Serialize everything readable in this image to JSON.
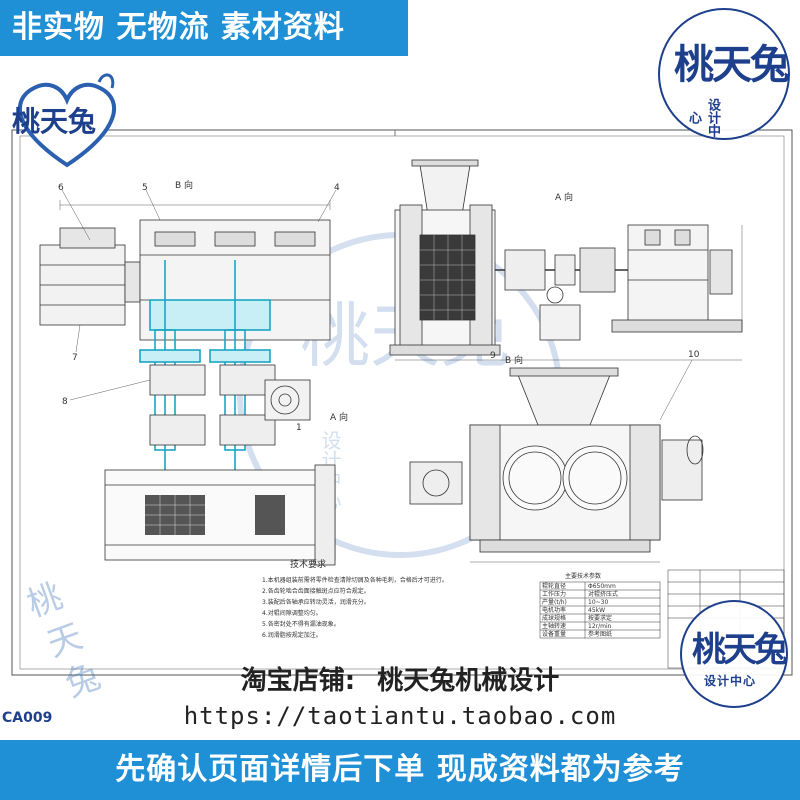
{
  "top_banner": {
    "text": "非实物 无物流 素材资料"
  },
  "logo": {
    "text": "桃天兔",
    "icon": "rabbit-heart-logo"
  },
  "seal_top": {
    "big": "桃天兔",
    "small": "设计中心"
  },
  "seal_bottom": {
    "big": "桃天兔",
    "small": "设计中心"
  },
  "watermark": {
    "big": "桃天兔",
    "small": "设计中心"
  },
  "drawing": {
    "views": {
      "b_view": "B 向",
      "a_view": "A 向",
      "a_view_2": "A 向",
      "b_view_2": "B 向"
    },
    "callouts": [
      "6",
      "5",
      "4",
      "7",
      "8",
      "9",
      "10",
      "1"
    ],
    "tech_title": "技术要求",
    "tech_lines": [
      "1.本机器组装前需将零件检查清除切屑及各种毛刺，合格后才可进行。",
      "2.各齿轮啮合齿面接触斑点应符合规定。",
      "3.装配后各轴承应转动灵活，润滑充分。",
      "4.对辊间隙调整均匀。",
      "5.各密封处不得有漏油现象。",
      "6.润滑脂按规定加注。"
    ],
    "param_title": "主要技术参数",
    "params": [
      [
        "辊轮直径",
        "Φ650mm"
      ],
      [
        "工作压力",
        "对辊挤压式"
      ],
      [
        "产量(t/h)",
        "10~30"
      ],
      [
        "电机功率",
        "45kW"
      ],
      [
        "成球规格",
        "按要求定"
      ],
      [
        "主轴转速",
        "12r/min"
      ],
      [
        "设备重量",
        "参考图纸"
      ]
    ]
  },
  "shop": {
    "label": "淘宝店铺:",
    "name": "桃天兔机械设计",
    "url": "https://taotiantu.taobao.com"
  },
  "code": "CA009",
  "bottom_banner": {
    "text": "先确认页面详情后下单 现成资料都为参考"
  },
  "colors": {
    "banner": "#1f8fd6",
    "seal": "#1d3f8c",
    "cyan_part": "#1aa6c4",
    "line": "#333333"
  }
}
